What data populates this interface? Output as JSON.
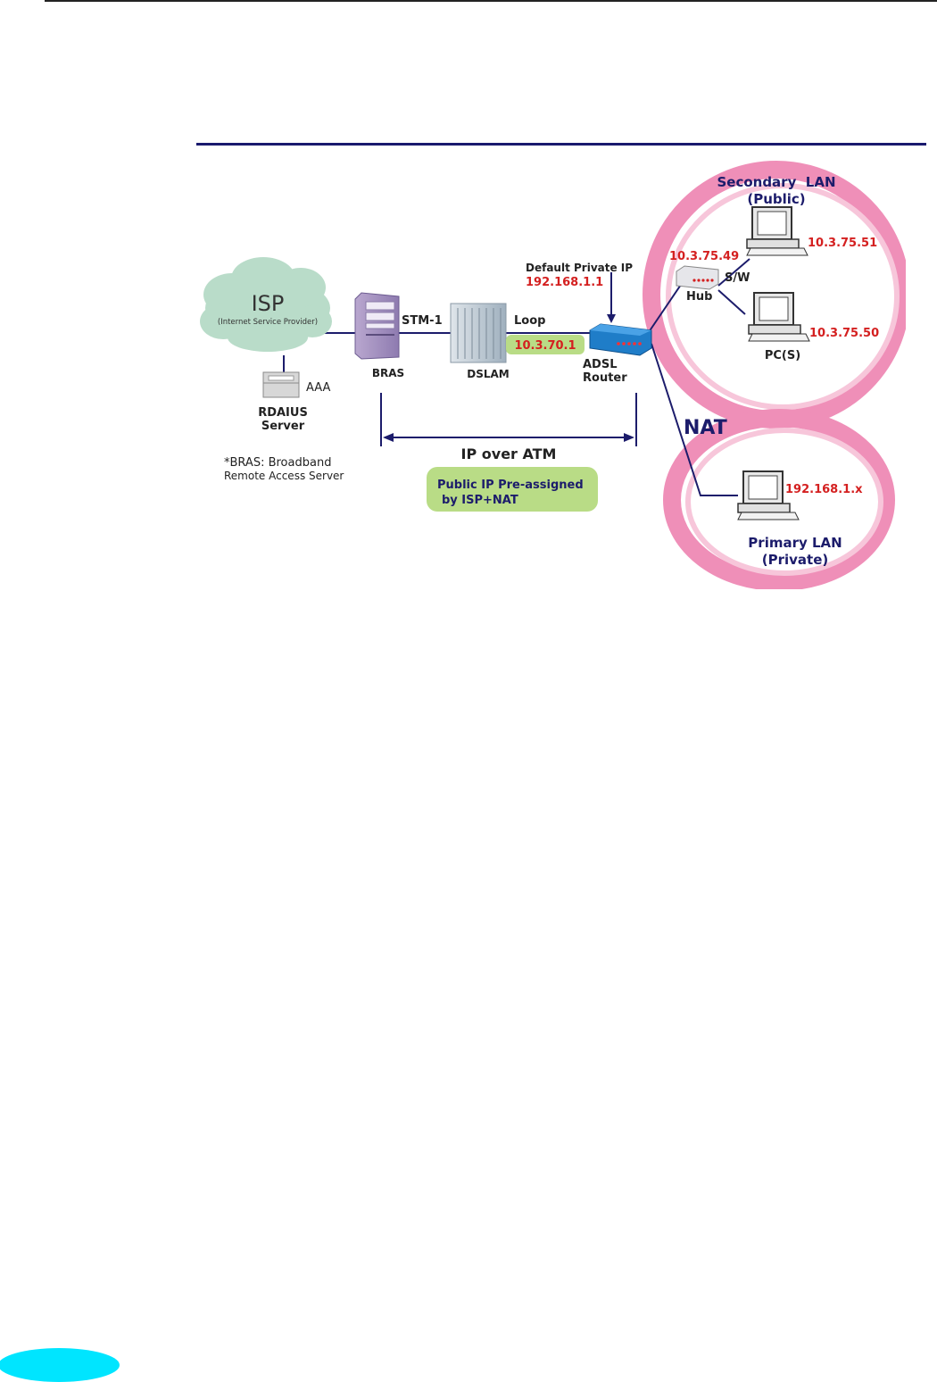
{
  "diagram": {
    "isp": {
      "title": "ISP",
      "subtitle": "(Internet Service Provider)"
    },
    "aaa": "AAA",
    "radius": {
      "line1": "RDAIUS",
      "line2": "Server"
    },
    "bras": "BRAS",
    "stm": "STM-1",
    "dslam": "DSLAM",
    "loop": "Loop",
    "loop_ip": "10.3.70.1",
    "default_ip": {
      "label": "Default Private IP",
      "value": "192.168.1.1"
    },
    "router": {
      "line1": "ADSL",
      "line2": "Router"
    },
    "hub": "Hub",
    "sw": "S/W",
    "sw_ip": "10.3.75.49",
    "pc_top_ip": "10.3.75.51",
    "pc_bottom_ip": "10.3.75.50",
    "pcs": "PC(S)",
    "secondary_lan": {
      "line1": "Secondary  LAN",
      "line2": "(Public)"
    },
    "nat": "NAT",
    "private_ip": "192.168.1.x",
    "primary_lan": {
      "line1": "Primary LAN",
      "line2": "(Private)"
    },
    "ip_over_atm": "IP over ATM",
    "public_ip_box": {
      "line1": "Public IP Pre-assigned",
      "line2": "by ISP+NAT"
    },
    "bras_note": {
      "line1": "*BRAS: Broadband",
      "line2": "Remote Access Server"
    }
  },
  "colors": {
    "navy": "#1c1c6b",
    "red": "#d42020",
    "pink": "#ef8fb8",
    "cloud": "#b9dcc9",
    "green_box": "#b9dc86",
    "router_blue": "#1f7dc8",
    "page_badge": "#00e5ff"
  }
}
